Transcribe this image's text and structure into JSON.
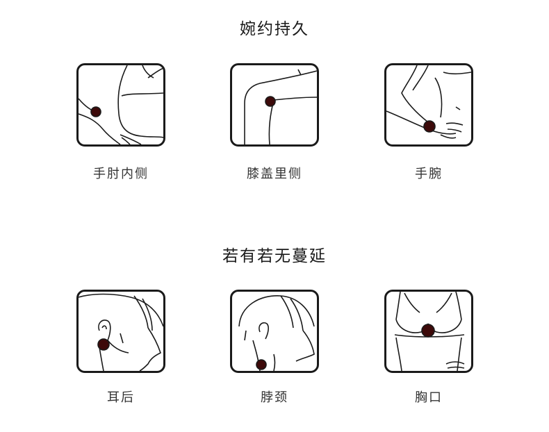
{
  "sections": [
    {
      "title": "婉约持久",
      "items": [
        {
          "label": "手肘内侧",
          "icon": "inner-elbow-icon"
        },
        {
          "label": "膝盖里侧",
          "icon": "inner-knee-icon"
        },
        {
          "label": "手腕",
          "icon": "wrist-icon"
        }
      ]
    },
    {
      "title": "若有若无蔓延",
      "items": [
        {
          "label": "耳后",
          "icon": "behind-ear-icon"
        },
        {
          "label": "脖颈",
          "icon": "neck-icon"
        },
        {
          "label": "胸口",
          "icon": "chest-icon"
        }
      ]
    }
  ],
  "colors": {
    "outline": "#1a1a1a",
    "dot": "#3d0a0a",
    "text": "#333333"
  }
}
